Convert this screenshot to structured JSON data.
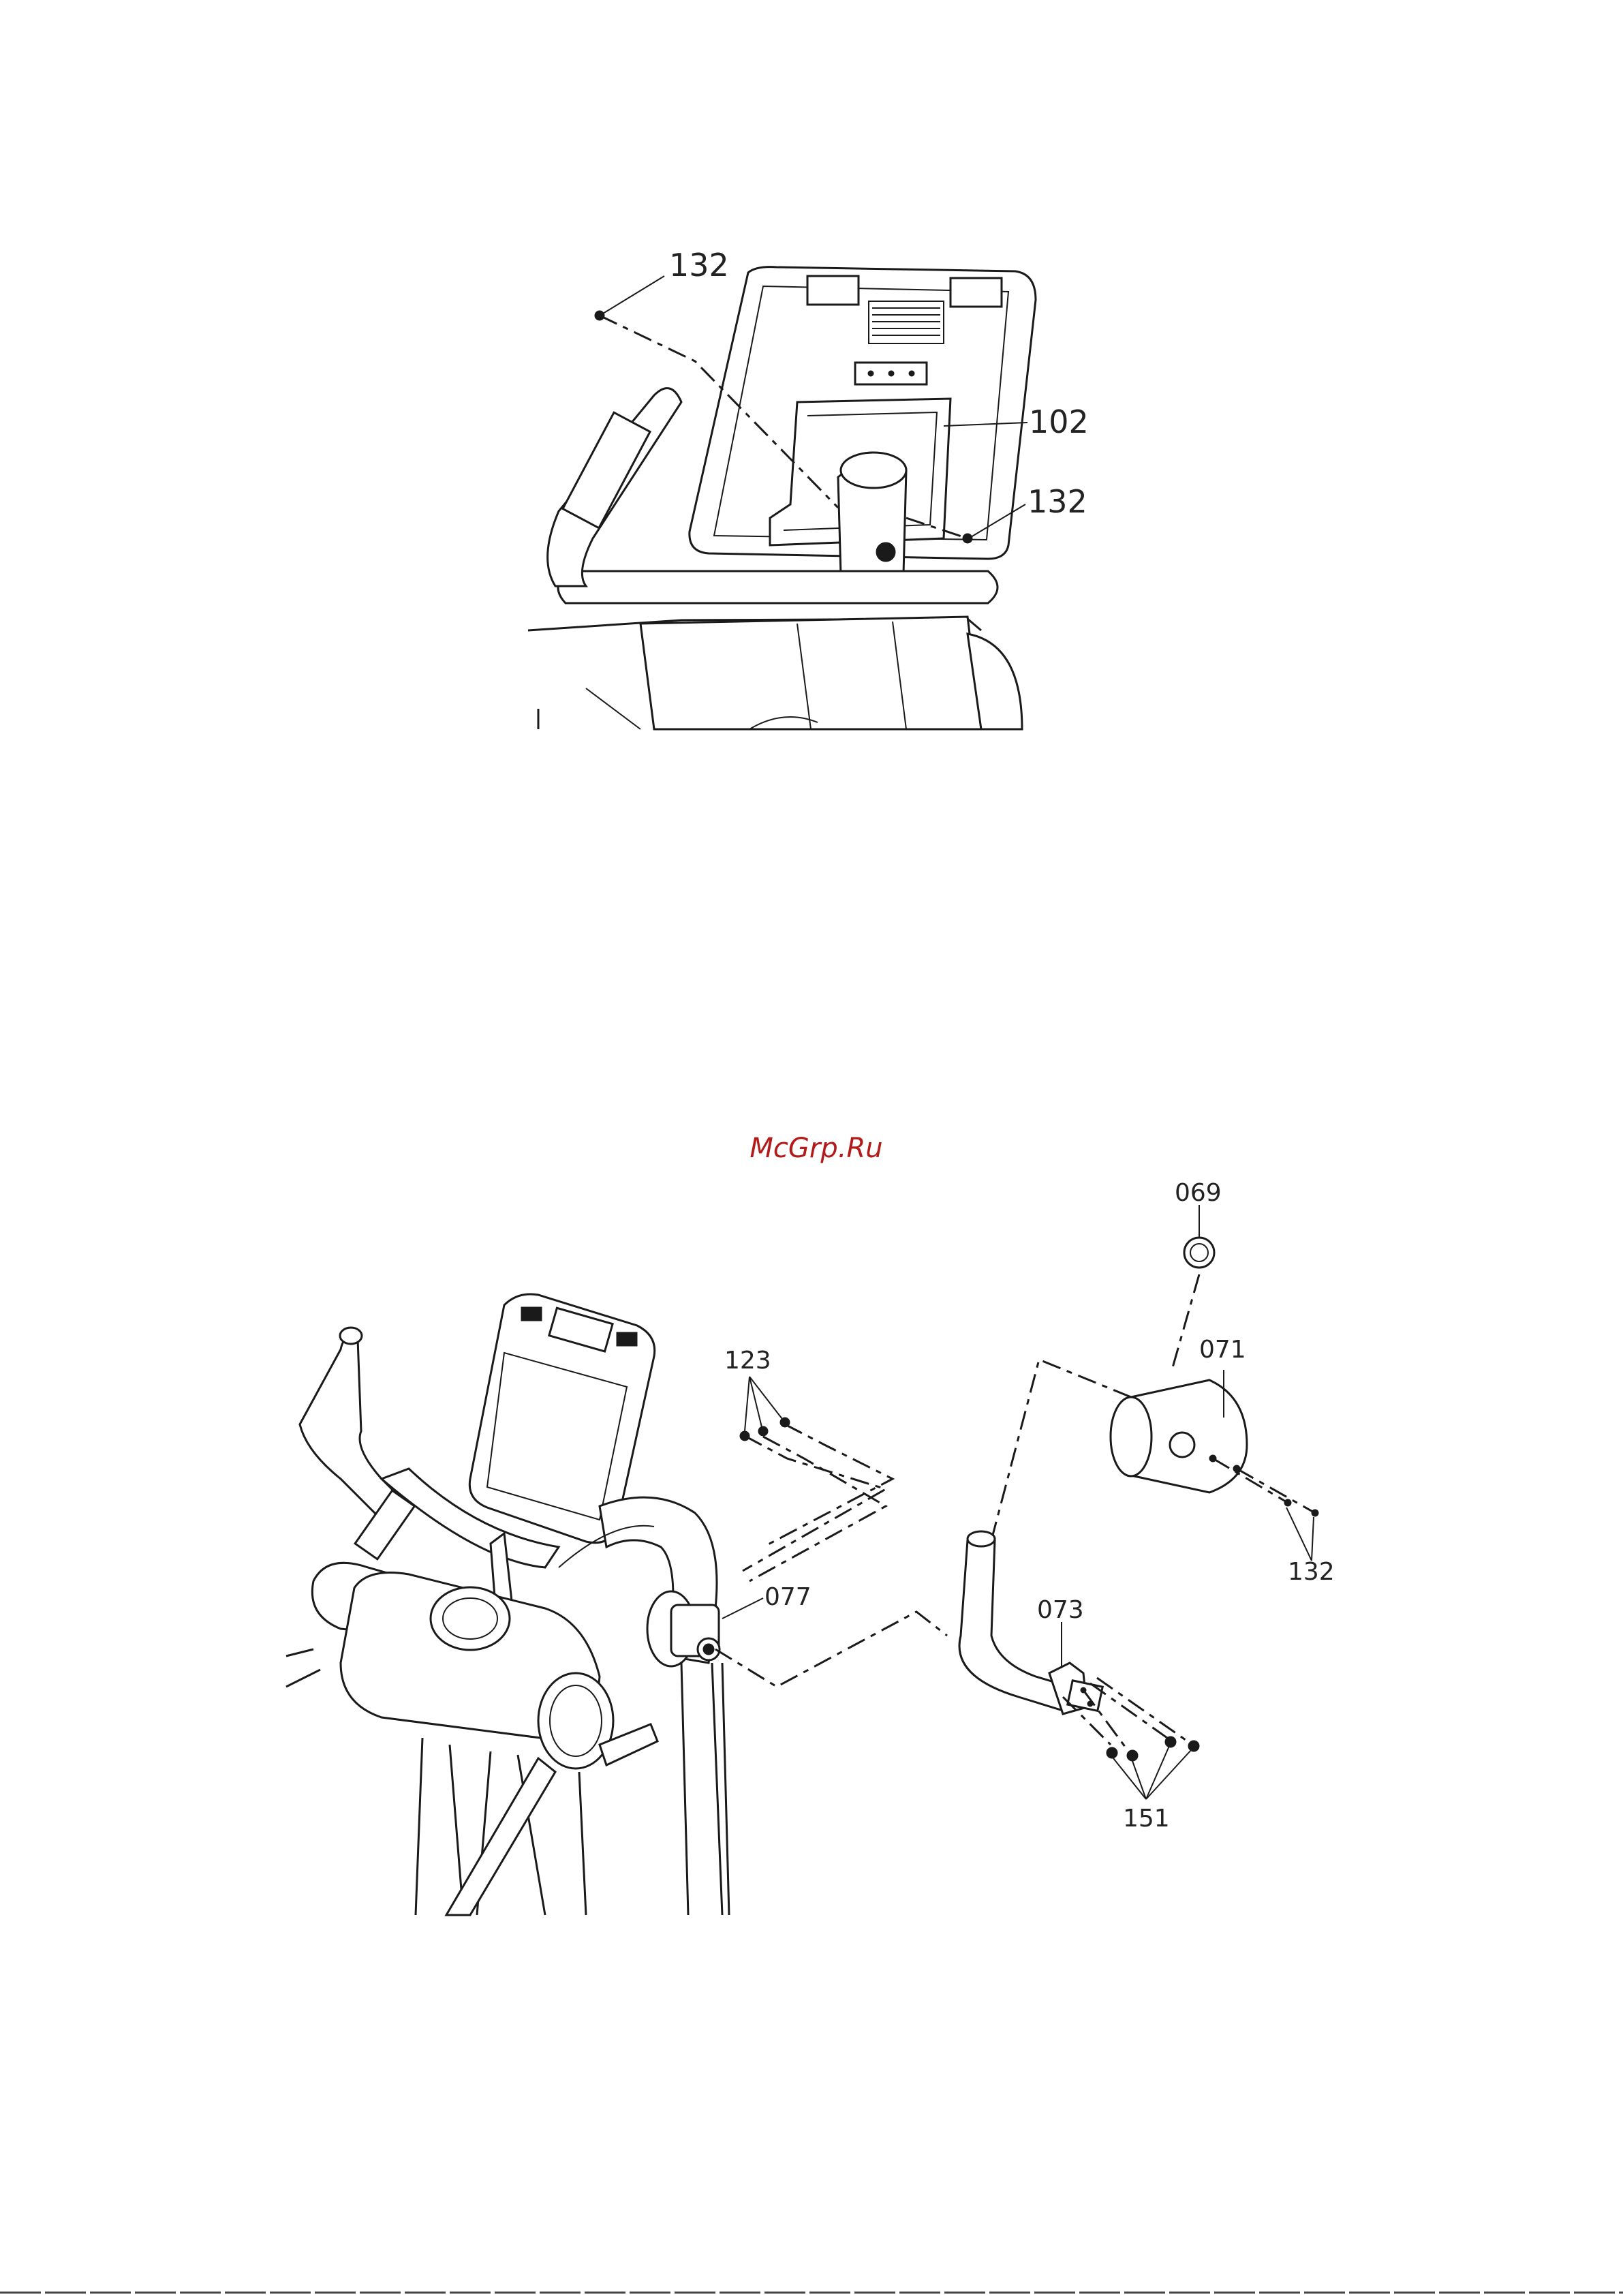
{
  "watermark": "McGrp.Ru",
  "figure_top": {
    "callouts": {
      "screw_top_left": "132",
      "bracket": "102",
      "screw_right": "132"
    }
  },
  "figure_bottom": {
    "callouts": {
      "washer": "069",
      "cap": "071",
      "screws_123": "123",
      "hub": "077",
      "screws_132": "132",
      "bracket": "073",
      "screws_151": "151"
    }
  }
}
